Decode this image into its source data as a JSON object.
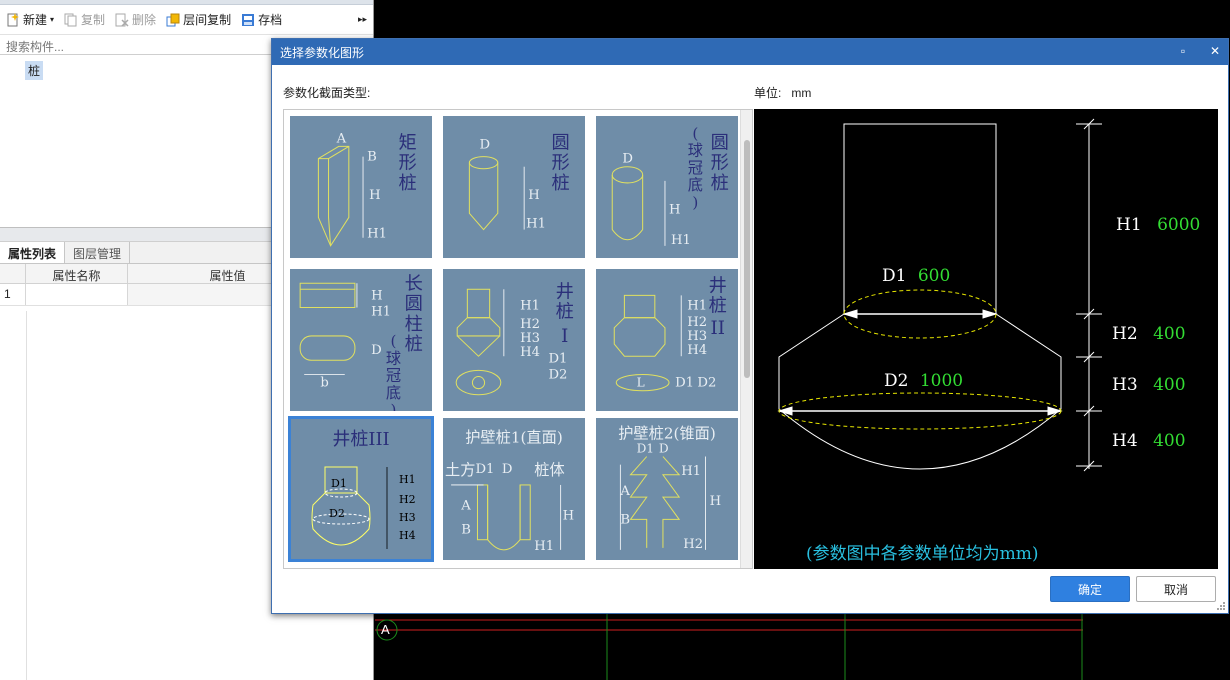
{
  "left_panel": {
    "toolbar": {
      "new_label": "新建",
      "copy_label": "复制",
      "delete_label": "删除",
      "floor_copy_label": "层间复制",
      "save_label": "存档"
    },
    "search": {
      "placeholder": "搜索构件..."
    },
    "tree": {
      "selected_node": "桩"
    },
    "tabs": [
      {
        "label": "属性列表"
      },
      {
        "label": "图层管理"
      }
    ],
    "grid": {
      "headers": [
        "属性名称",
        "属性值"
      ],
      "rows": [
        {
          "num": "1",
          "name": "",
          "value": ""
        }
      ]
    }
  },
  "canvas": {
    "axis_label": "A"
  },
  "dialog": {
    "title": "选择参数化图形",
    "section_type_label": "参数化截面类型:",
    "unit_label": "单位:",
    "unit_value": "mm",
    "selected_tile_index": 6,
    "tiles": [
      {
        "name": "矩形桩",
        "params": [
          "A",
          "B",
          "H",
          "H1"
        ]
      },
      {
        "name": "圆形桩",
        "params": [
          "D",
          "H",
          "H1"
        ]
      },
      {
        "name": "圆形桩(球冠底)",
        "params": [
          "D",
          "H",
          "H1"
        ]
      },
      {
        "name": "长圆柱桩(球冠底)",
        "params": [
          "H",
          "H1",
          "D",
          "b"
        ]
      },
      {
        "name": "井桩I",
        "params": [
          "H1",
          "H2",
          "H3",
          "H4",
          "D1",
          "D2"
        ]
      },
      {
        "name": "井桩II",
        "params": [
          "H1",
          "H2",
          "H3",
          "H4",
          "L",
          "D1",
          "D2"
        ]
      },
      {
        "name": "井桩III",
        "params": [
          "D1",
          "D2",
          "H1",
          "H2",
          "H3",
          "H4"
        ]
      },
      {
        "name": "护壁桩1(直面)",
        "params": [
          "土方",
          "D1",
          "D",
          "桩体",
          "A",
          "B",
          "H",
          "H1"
        ]
      },
      {
        "name": "护壁桩2(锥面)",
        "params": [
          "D1",
          "D",
          "A",
          "B",
          "H1",
          "H",
          "H2"
        ]
      }
    ],
    "preview": {
      "params": [
        {
          "name": "H1",
          "value": "6000"
        },
        {
          "name": "D1",
          "value": "600"
        },
        {
          "name": "H2",
          "value": "400"
        },
        {
          "name": "D2",
          "value": "1000"
        },
        {
          "name": "H3",
          "value": "400"
        },
        {
          "name": "H4",
          "value": "400"
        }
      ],
      "note": "(参数图中各参数单位均为mm)"
    },
    "ok_label": "确定",
    "cancel_label": "取消"
  },
  "colors": {
    "tile_bg": "#6f8da8",
    "tile_text": "#2b2f7a",
    "tile_line": "#e0e060",
    "preview_value": "#33dd33",
    "preview_note": "#29c0e0",
    "dialog_title_bg": "#2f6ab5",
    "ok_bg": "#2f80e0"
  }
}
